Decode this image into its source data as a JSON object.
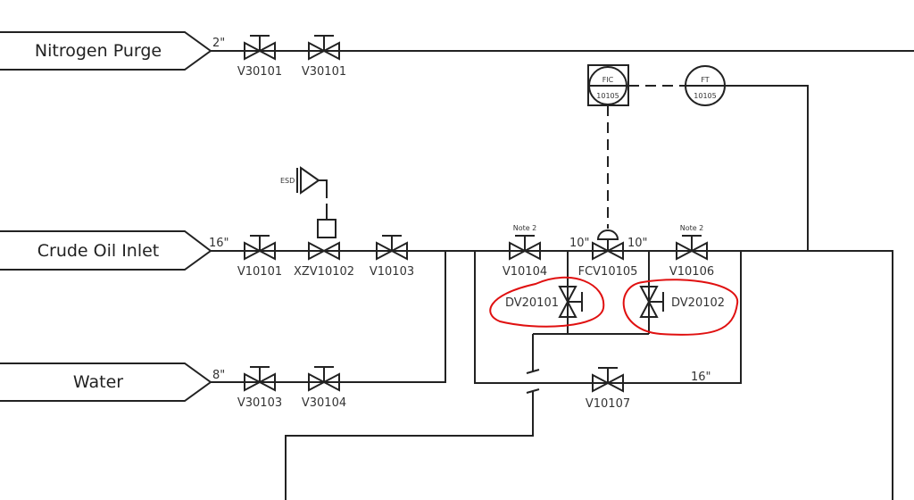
{
  "sources": [
    {
      "label": "Nitrogen Purge",
      "size": "2\""
    },
    {
      "label": "Crude Oil Inlet",
      "size": "16\""
    },
    {
      "label": "Water",
      "size": "8\""
    }
  ],
  "valves": {
    "n1": "V30101",
    "n2": "V30101",
    "c1": "V10101",
    "c2": "XZV10102",
    "c3": "V10103",
    "w1": "V30103",
    "w2": "V30104",
    "b1": "V10104",
    "b2": "FCV10105",
    "b3": "V10106",
    "b4": "V10107",
    "d1": "DV20101",
    "d2": "DV20102"
  },
  "notes": {
    "note_b1": "Note 2",
    "note_b3": "Note 2",
    "esd": "ESD"
  },
  "sizes": {
    "fcv_in": "10\"",
    "fcv_out": "10\"",
    "bypass": "16\""
  },
  "instruments": {
    "fic": {
      "type": "FIC",
      "number": "10105"
    },
    "ft": {
      "type": "FT",
      "number": "10105"
    }
  },
  "colors": {
    "line": "#222222",
    "highlight": "#e01010"
  }
}
